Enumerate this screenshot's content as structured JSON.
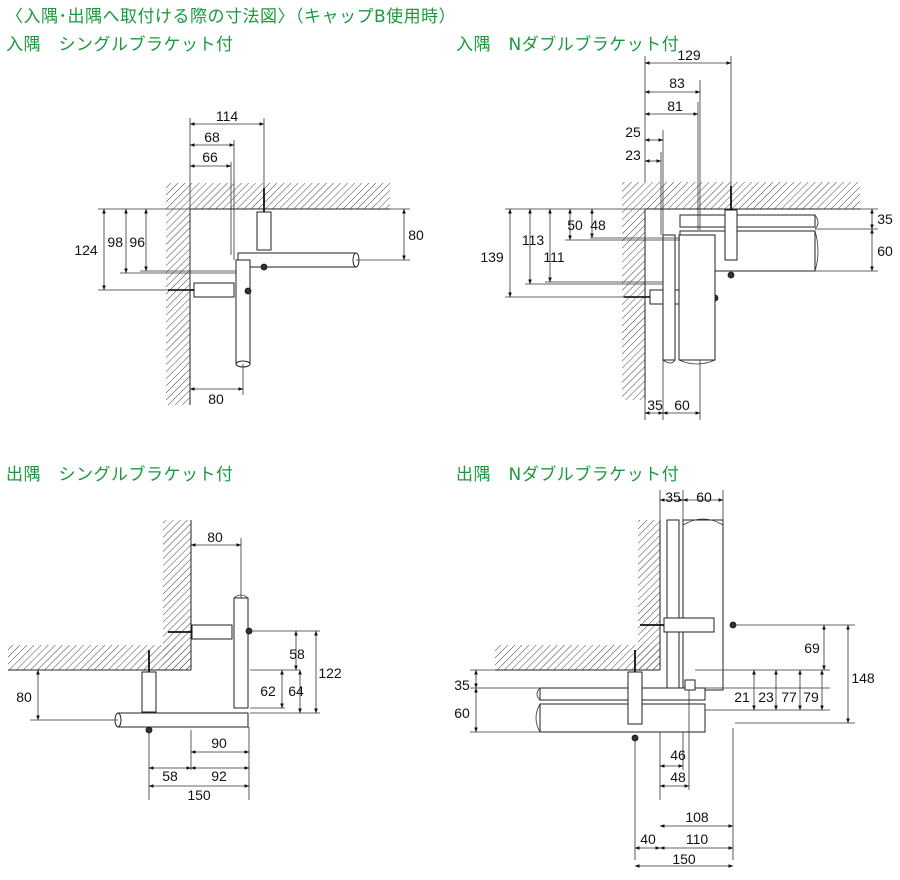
{
  "page_title": "〈入隅･出隅へ取付ける際の寸法図〉（キャップB使用時）",
  "diagrams": {
    "inside_single": {
      "title": "入隅　シングルブラケット付",
      "dims": {
        "d114": "114",
        "d68": "68",
        "d66": "66",
        "d124": "124",
        "d98": "98",
        "d96": "96",
        "d80r": "80",
        "d80b": "80"
      }
    },
    "inside_double": {
      "title": "入隅　Nダブルブラケット付",
      "dims": {
        "d129": "129",
        "d83": "83",
        "d81": "81",
        "d25": "25",
        "d23": "23",
        "d50": "50",
        "d48": "48",
        "d113": "113",
        "d111": "111",
        "d139": "139",
        "d35r": "35",
        "d60r": "60",
        "d35b": "35",
        "d60b": "60"
      }
    },
    "outside_single": {
      "title": "出隅　シングルブラケット付",
      "dims": {
        "d80t": "80",
        "d58": "58",
        "d122": "122",
        "d62": "62",
        "d64": "64",
        "d80l": "80",
        "d90": "90",
        "d58b": "58",
        "d92": "92",
        "d150": "150"
      }
    },
    "outside_double": {
      "title": "出隅　Nダブルブラケット付",
      "dims": {
        "d35t": "35",
        "d60t": "60",
        "d69": "69",
        "d148": "148",
        "d35l": "35",
        "d60l": "60",
        "d21": "21",
        "d23": "23",
        "d77": "77",
        "d79": "79",
        "d46": "46",
        "d48": "48",
        "d108": "108",
        "d40": "40",
        "d110": "110",
        "d150": "150"
      }
    }
  },
  "colors": {
    "title": "#1a9a3c",
    "line": "#222222"
  }
}
